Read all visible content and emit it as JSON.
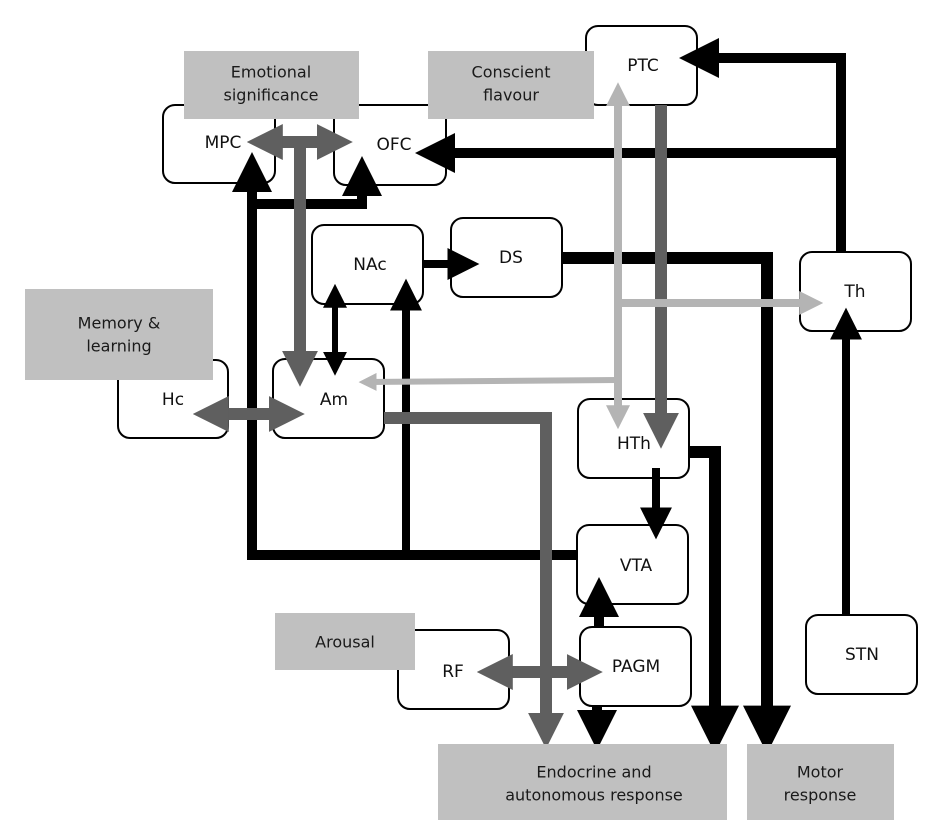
{
  "colors": {
    "black": "#000000",
    "dark_gray": "#5f5f5f",
    "light_gray": "#b4b4b4",
    "label_fill": "#c0c0c0",
    "node_fill": "#ffffff"
  },
  "nodes": [
    {
      "id": "MPC",
      "label": "MPC"
    },
    {
      "id": "OFC",
      "label": "OFC"
    },
    {
      "id": "PTC",
      "label": "PTC"
    },
    {
      "id": "NAc",
      "label": "NAc"
    },
    {
      "id": "DS",
      "label": "DS"
    },
    {
      "id": "Th",
      "label": "Th"
    },
    {
      "id": "Hc",
      "label": "Hc"
    },
    {
      "id": "Am",
      "label": "Am"
    },
    {
      "id": "HTh",
      "label": "HTh"
    },
    {
      "id": "VTA",
      "label": "VTA"
    },
    {
      "id": "RF",
      "label": "RF"
    },
    {
      "id": "PAGM",
      "label": "PAGM"
    },
    {
      "id": "STN",
      "label": "STN"
    }
  ],
  "labels": [
    {
      "id": "emotional",
      "lines": [
        "Emotional",
        "significance"
      ]
    },
    {
      "id": "conscient",
      "lines": [
        "Conscient",
        "flavour"
      ]
    },
    {
      "id": "memory",
      "lines": [
        "Memory &",
        "learning"
      ]
    },
    {
      "id": "arousal",
      "lines": [
        "Arousal"
      ]
    },
    {
      "id": "endocrine",
      "lines": [
        "Endocrine and",
        "autonomous response"
      ]
    },
    {
      "id": "motor",
      "lines": [
        "Motor",
        "response"
      ]
    }
  ],
  "connections": [
    {
      "from": "MPC",
      "to": "OFC",
      "style": "dark_gray",
      "bidirectional": true
    },
    {
      "from": "Emotional/MPC-OFC",
      "to": "Am",
      "style": "dark_gray"
    },
    {
      "from": "VTA",
      "to": "MPC",
      "style": "black"
    },
    {
      "from": "VTA",
      "to": "OFC",
      "style": "black"
    },
    {
      "from": "VTA",
      "to": "NAc",
      "style": "black"
    },
    {
      "from": "Th",
      "to": "PTC",
      "style": "black"
    },
    {
      "from": "Th",
      "to": "OFC",
      "style": "black"
    },
    {
      "from": "NAc",
      "to": "DS",
      "style": "black"
    },
    {
      "from": "NAc",
      "to": "Am",
      "style": "black",
      "bidirectional": true
    },
    {
      "from": "DS",
      "to": "Motor response",
      "style": "black"
    },
    {
      "from": "PTC",
      "to": "HTh",
      "style": "dark_gray"
    },
    {
      "from": "HTh",
      "to": "PTC",
      "style": "light_gray",
      "bidirectional": true
    },
    {
      "from": "HTh/PTC",
      "to": "Th",
      "style": "light_gray"
    },
    {
      "from": "HTh/PTC",
      "to": "Am",
      "style": "light_gray"
    },
    {
      "from": "Hc",
      "to": "Am",
      "style": "dark_gray",
      "bidirectional": true
    },
    {
      "from": "Am",
      "to": "Endocrine and autonomous response",
      "style": "dark_gray"
    },
    {
      "from": "HTh",
      "to": "VTA",
      "style": "black"
    },
    {
      "from": "HTh",
      "to": "Endocrine and autonomous response",
      "style": "black"
    },
    {
      "from": "PAGM",
      "to": "VTA",
      "style": "black"
    },
    {
      "from": "PAGM",
      "to": "Endocrine and autonomous response",
      "style": "black"
    },
    {
      "from": "RF",
      "to": "PAGM",
      "style": "dark_gray",
      "bidirectional": true
    },
    {
      "from": "STN",
      "to": "Th",
      "style": "black"
    }
  ]
}
